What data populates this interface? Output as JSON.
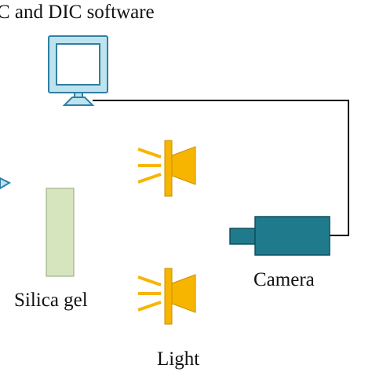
{
  "labels": {
    "software": "C and DIC software",
    "silica_gel": "Silica gel",
    "camera": "Camera",
    "light": "Light"
  },
  "colors": {
    "monitor_fill": "#bfe3ee",
    "monitor_stroke": "#2f7fa4",
    "gel_fill": "#d7e5bf",
    "gel_stroke": "#8fa67a",
    "light_fill": "#f7b500",
    "light_stroke": "#c98f00",
    "camera_fill": "#1f7a8c",
    "camera_stroke": "#0f5060",
    "cable": "#000000"
  },
  "icons": {
    "monitor": "monitor-icon",
    "lights": "spotlight-icon",
    "camera": "video-camera-icon"
  }
}
